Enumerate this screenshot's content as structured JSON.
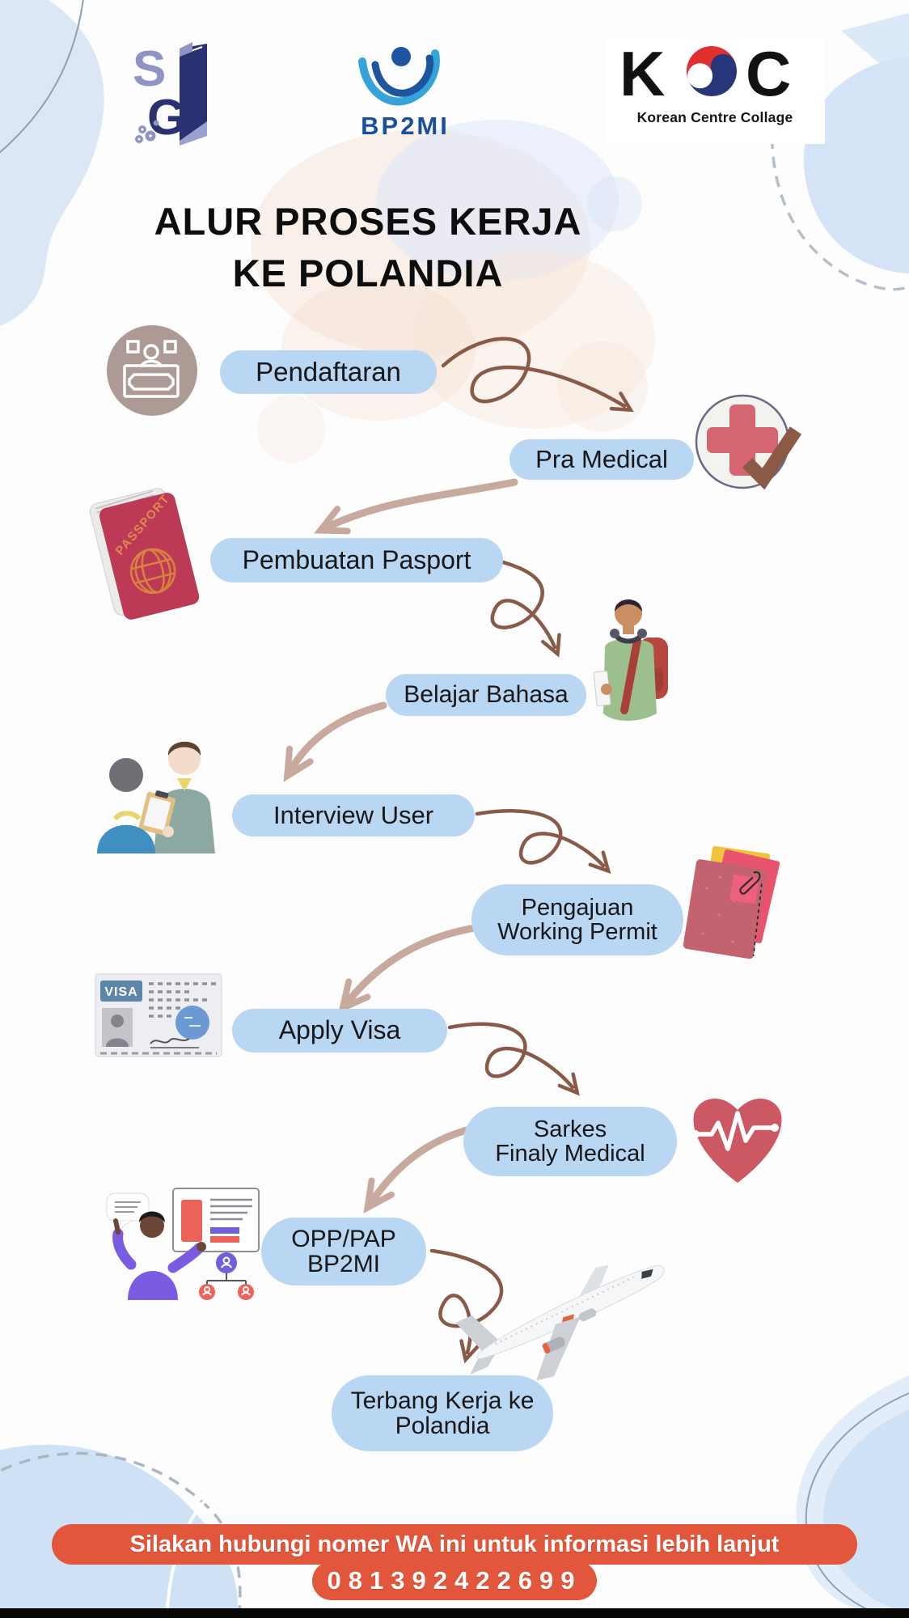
{
  "title": {
    "line1": "ALUR PROSES KERJA",
    "line2": "KE POLANDIA"
  },
  "logos": {
    "sgi": {
      "s": "S",
      "g": "G"
    },
    "bp2mi": {
      "label": "BP2MI"
    },
    "kcc": {
      "k": "K",
      "c2": "C",
      "subtitle": "Korean Centre Collage"
    }
  },
  "steps": [
    {
      "icon": "registration-desk-icon",
      "label": "Pendaftaran"
    },
    {
      "icon": "medical-check-icon",
      "label": "Pra Medical"
    },
    {
      "icon": "passport-icon",
      "label": "Pembuatan Pasport"
    },
    {
      "icon": "language-student-icon",
      "label": "Belajar Bahasa"
    },
    {
      "icon": "interview-icon",
      "label": "Interview User"
    },
    {
      "icon": "work-permit-folder-icon",
      "line1": "Pengajuan",
      "line2": "Working Permit"
    },
    {
      "icon": "visa-card-icon",
      "label": "Apply Visa"
    },
    {
      "icon": "heart-pulse-icon",
      "line1": "Sarkes",
      "line2": "Finaly Medical"
    },
    {
      "icon": "presentation-icon",
      "line1": "OPP/PAP",
      "line2": "BP2MI"
    },
    {
      "icon": "airplane-icon",
      "line1": "Terbang Kerja ke",
      "line2": "Polandia"
    }
  ],
  "icon_labels": {
    "visa": "VISA",
    "passport": "PASSPORT"
  },
  "footer": {
    "info": "Silakan hubungi nomer WA ini untuk informasi lebih lanjut",
    "phone": "081392422699"
  },
  "colors": {
    "pill_blue": "#b9d6f2",
    "arrow_dark": "#8a5a48",
    "arrow_tan": "#c7a99e",
    "banner_orange": "#e2563b",
    "blob_blue": "#d6e5f6",
    "taupe_circle": "#ae9a94",
    "passport_red": "#bc3a56",
    "medical_red": "#d56570",
    "heart_red": "#cb5862",
    "title_black": "#0d0d0d"
  }
}
